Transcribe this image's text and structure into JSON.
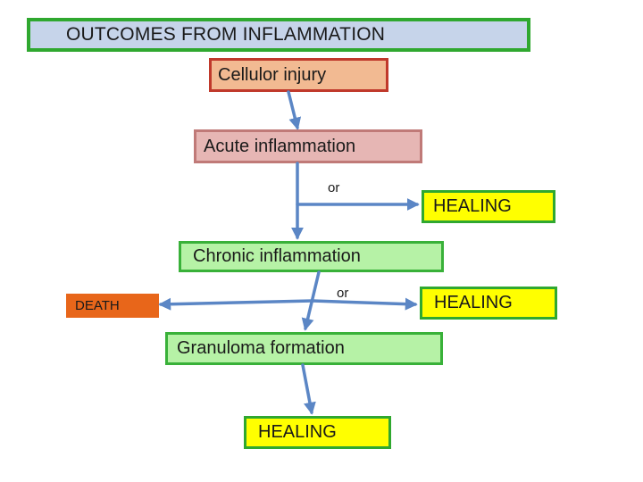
{
  "title": "OUTCOMES FROM INFLAMMATION",
  "nodes": {
    "cellular_injury": "Cellulor  injury",
    "acute_inflammation": "Acute inflammation",
    "chronic_inflammation": "Chronic  inflammation",
    "granuloma_formation": "Granuloma  formation",
    "death": "DEATH",
    "healing_1": "HEALING",
    "healing_2": "HEALING",
    "healing_3": "HEALING"
  },
  "connectors": {
    "or_1": "or",
    "or_2": "or"
  },
  "colors": {
    "title_fill": "#c6d4ea",
    "green_border": "#2fa82f",
    "cellular_fill": "#f2ba92",
    "acute_fill": "#e6b6b4",
    "chronic_fill": "#b6f2a6",
    "healing_fill": "#ffff00",
    "death_fill": "#e8661a",
    "arrow": "#5b86c5"
  }
}
